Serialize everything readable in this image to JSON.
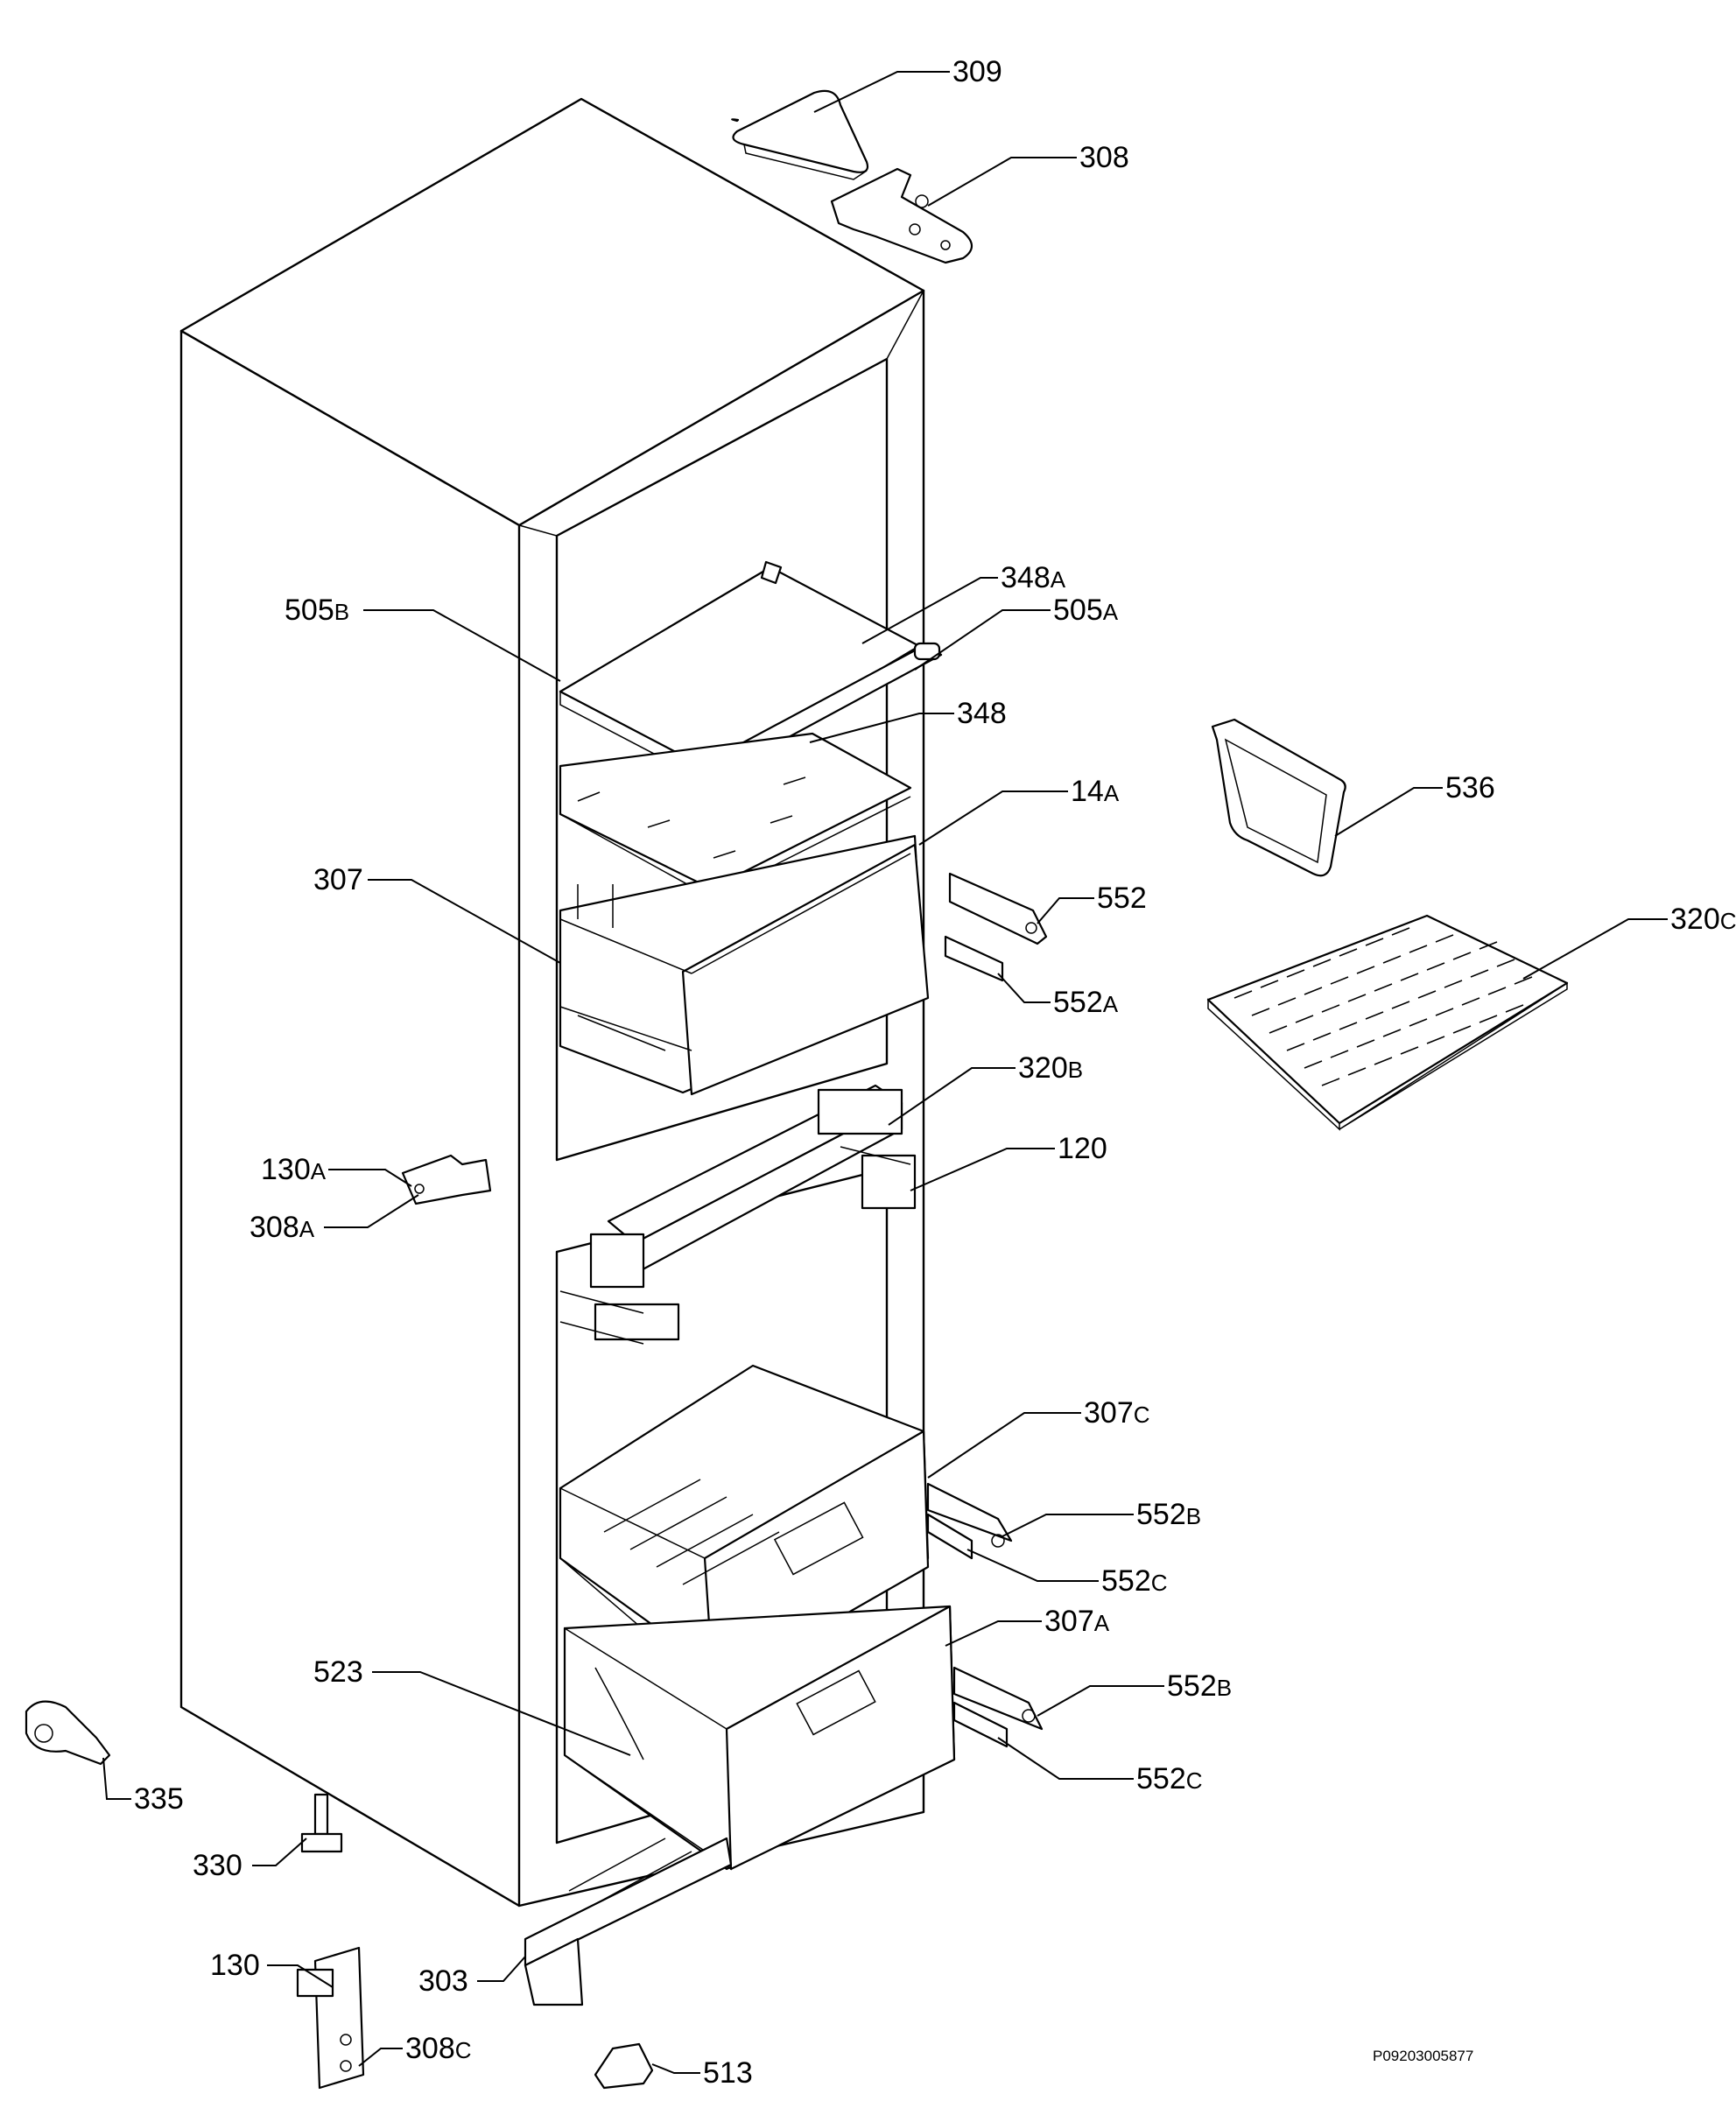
{
  "diagram": {
    "document_id": "P09203005877",
    "labels": {
      "309": "309",
      "308": "308",
      "348A": {
        "num": "348",
        "suffix": "A"
      },
      "505B": {
        "num": "505",
        "suffix": "B"
      },
      "505A": {
        "num": "505",
        "suffix": "A"
      },
      "348": "348",
      "536": "536",
      "14A": {
        "num": "14",
        "suffix": "A"
      },
      "307": "307",
      "552": "552",
      "320C": {
        "num": "320",
        "suffix": "C"
      },
      "552A": {
        "num": "552",
        "suffix": "A"
      },
      "320B": {
        "num": "320",
        "suffix": "B"
      },
      "130A": {
        "num": "130",
        "suffix": "A"
      },
      "120": "120",
      "308A": {
        "num": "308",
        "suffix": "A"
      },
      "307C": {
        "num": "307",
        "suffix": "C"
      },
      "552B_upper": {
        "num": "552",
        "suffix": "B"
      },
      "552C_upper": {
        "num": "552",
        "suffix": "C"
      },
      "307A": {
        "num": "307",
        "suffix": "A"
      },
      "523": "523",
      "552B_lower": {
        "num": "552",
        "suffix": "B"
      },
      "335": "335",
      "552C_lower": {
        "num": "552",
        "suffix": "C"
      },
      "330": "330",
      "130": "130",
      "303": "303",
      "308C": {
        "num": "308",
        "suffix": "C"
      },
      "513": "513"
    }
  }
}
